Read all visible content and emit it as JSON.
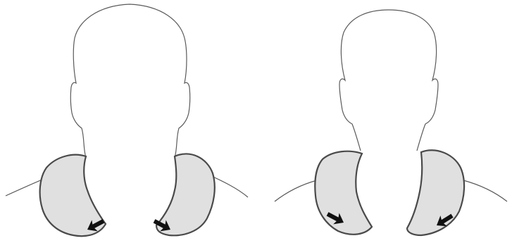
{
  "diagram": {
    "colors": {
      "background": "#ffffff",
      "outline": "#5a5a5a",
      "pad_fill": "#e0e0e0",
      "pad_stroke": "#4a4a4a",
      "arrow": "#111111"
    },
    "figures": [
      {
        "pads": [
          "left-shoulder-pad",
          "right-shoulder-pad"
        ],
        "arrows": [
          "left-pad-arrow",
          "right-pad-arrow"
        ]
      },
      {
        "pads": [
          "left-shoulder-pad",
          "right-shoulder-pad"
        ],
        "arrows": [
          "left-pad-arrow",
          "right-pad-arrow"
        ]
      }
    ]
  }
}
